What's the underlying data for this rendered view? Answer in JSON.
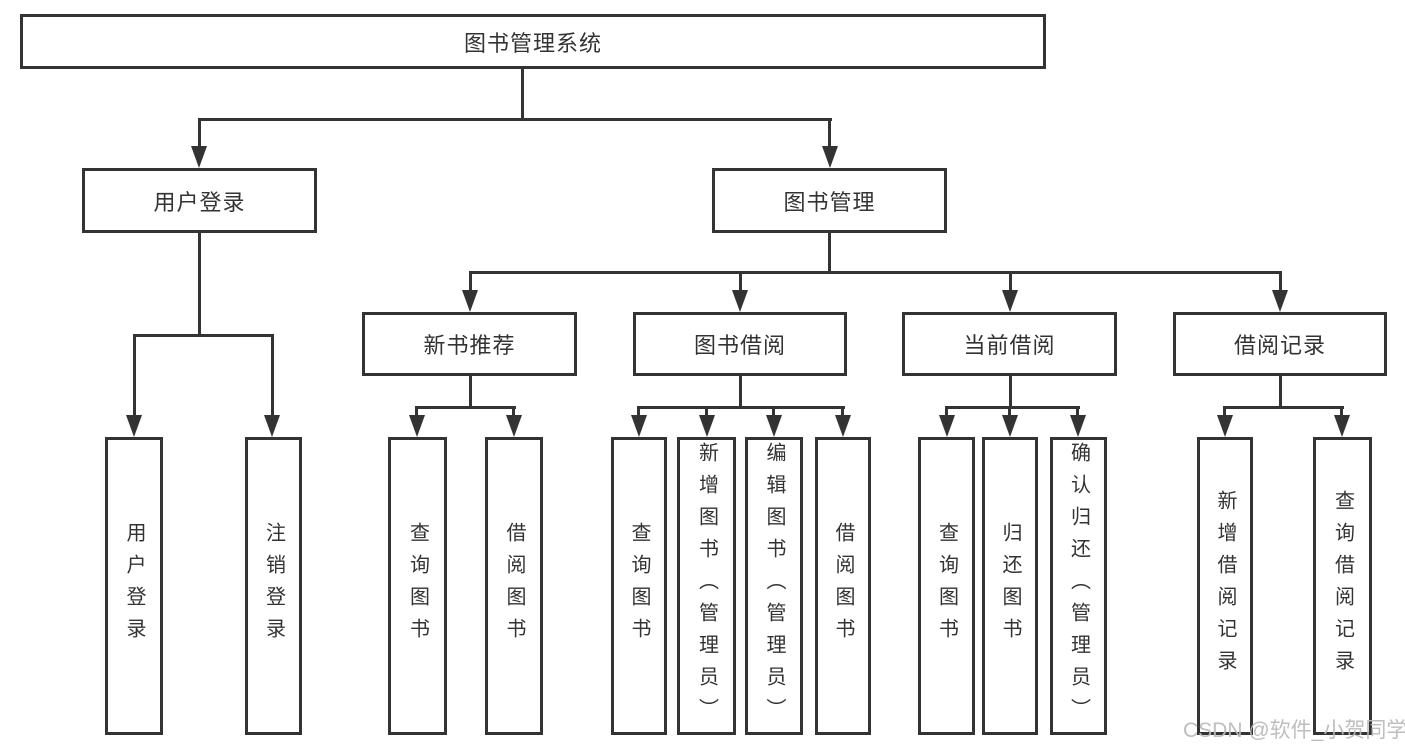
{
  "tree": {
    "root": {
      "label": "图书管理系统",
      "children": [
        {
          "label": "用户登录",
          "children": [
            {
              "label": "用户登录"
            },
            {
              "label": "注销登录"
            }
          ]
        },
        {
          "label": "图书管理",
          "children": [
            {
              "label": "新书推荐",
              "children": [
                {
                  "label": "查询图书"
                },
                {
                  "label": "借阅图书"
                }
              ]
            },
            {
              "label": "图书借阅",
              "children": [
                {
                  "label": "查询图书"
                },
                {
                  "label": "新增图书（管理员）"
                },
                {
                  "label": "编辑图书（管理员）"
                },
                {
                  "label": "借阅图书"
                }
              ]
            },
            {
              "label": "当前借阅",
              "children": [
                {
                  "label": "查询图书"
                },
                {
                  "label": "归还图书"
                },
                {
                  "label": "确认归还（管理员）"
                }
              ]
            },
            {
              "label": "借阅记录",
              "children": [
                {
                  "label": "新增借阅记录"
                },
                {
                  "label": "查询借阅记录"
                }
              ]
            }
          ]
        }
      ]
    }
  },
  "watermark": {
    "text": "CSDN @软件_小贺同学"
  },
  "colors": {
    "line": "#333333",
    "box_border": "#333333",
    "text": "#333333",
    "background": "#ffffff",
    "watermark": "#bababa"
  }
}
